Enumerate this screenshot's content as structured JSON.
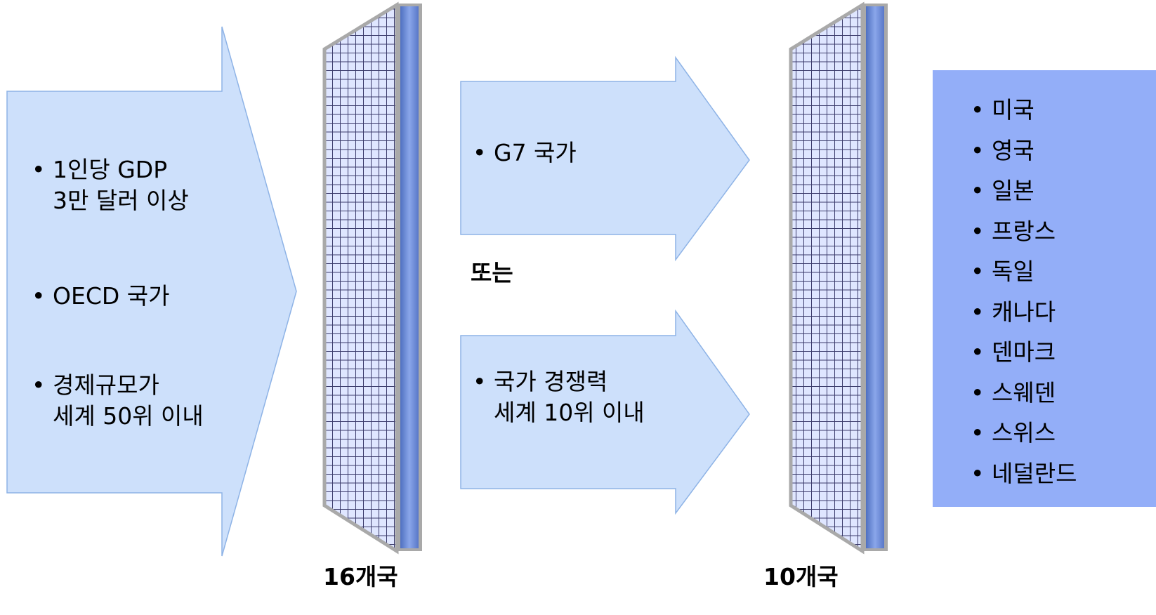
{
  "criteria_box": {
    "items": [
      {
        "lines": [
          "1인당 GDP",
          "3만 달러 이상"
        ]
      },
      {
        "lines": [
          "OECD 국가"
        ]
      },
      {
        "lines": [
          "경제규모가",
          "세계 50위 이내"
        ]
      }
    ]
  },
  "route_a": {
    "item": "G7 국가"
  },
  "or_label": "또는",
  "route_b": {
    "lines": [
      "국가 경쟁력",
      "세계 10위 이내"
    ]
  },
  "filter1_label": "16개국",
  "filter2_label": "10개국",
  "countries": [
    "미국",
    "영국",
    "일본",
    "프랑스",
    "독일",
    "캐나다",
    "덴마크",
    "스웨덴",
    "스위스",
    "네덜란드"
  ],
  "colors": {
    "arrow_fill": "#cde0fb",
    "arrow_stroke": "#8eb3e6",
    "result_box": "#93aef8",
    "filter_frame": "#a9a9a9",
    "filter_edge": "#5f80c8"
  }
}
